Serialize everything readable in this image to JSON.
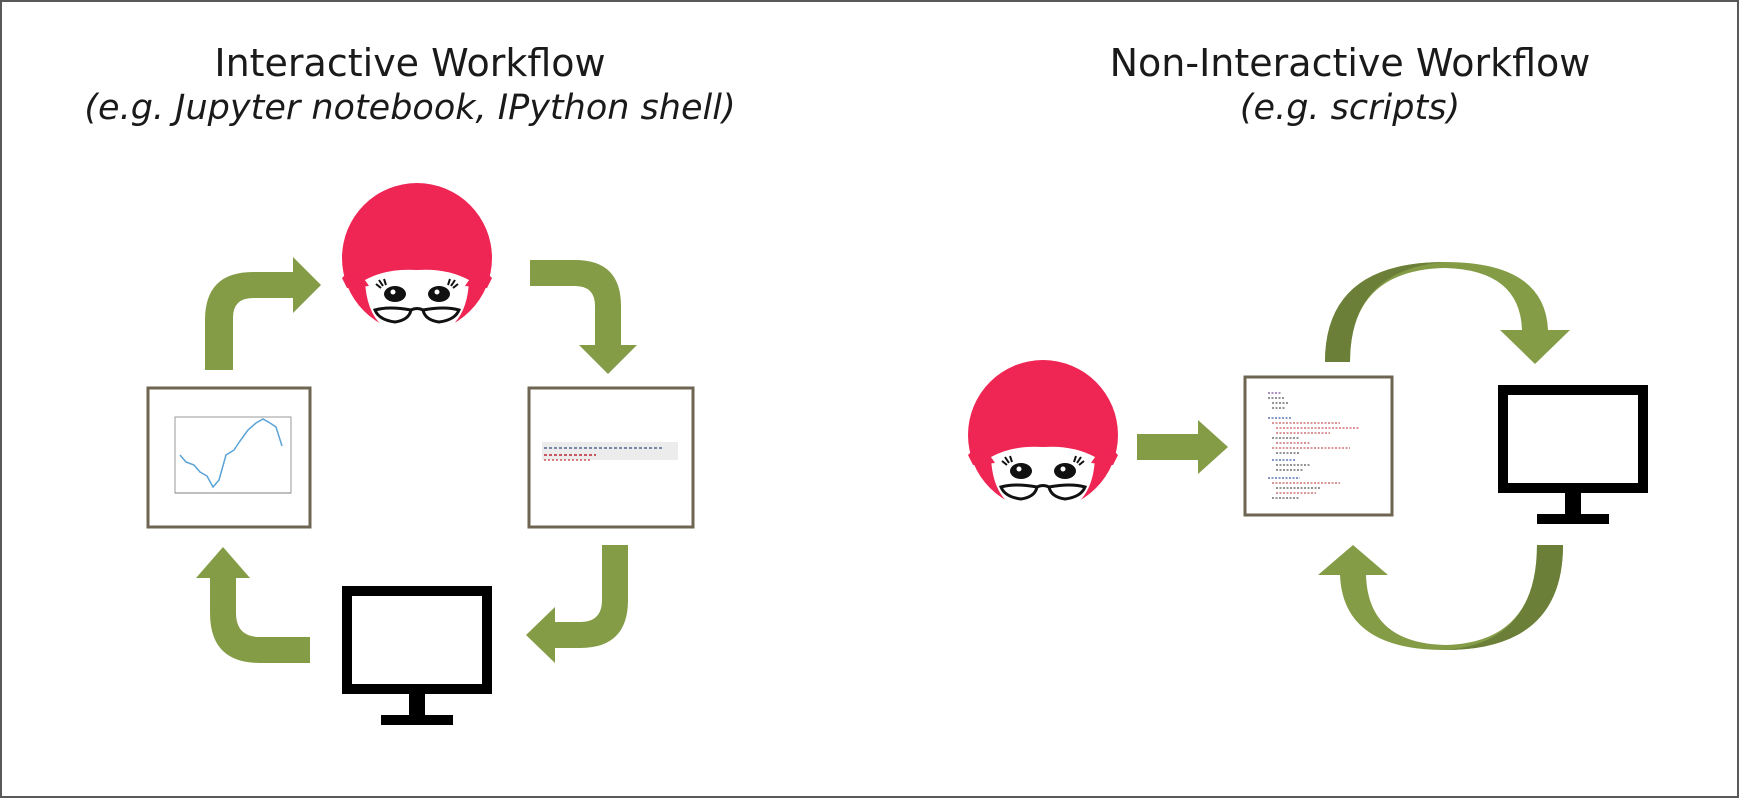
{
  "left_panel": {
    "title": "Interactive Workflow",
    "subtitle": "(e.g. Jupyter notebook, IPython shell)"
  },
  "right_panel": {
    "title": "Non-Interactive Workflow",
    "subtitle": "(e.g. scripts)"
  },
  "colors": {
    "arrow_green": "#849C46",
    "arrow_dark_green": "#6B7F38",
    "hair_pink": "#EF2554",
    "border": "#595959",
    "card_border": "#6E6652"
  },
  "icons": [
    "person-icon",
    "monitor-icon",
    "plot-card",
    "code-card",
    "script-card"
  ]
}
